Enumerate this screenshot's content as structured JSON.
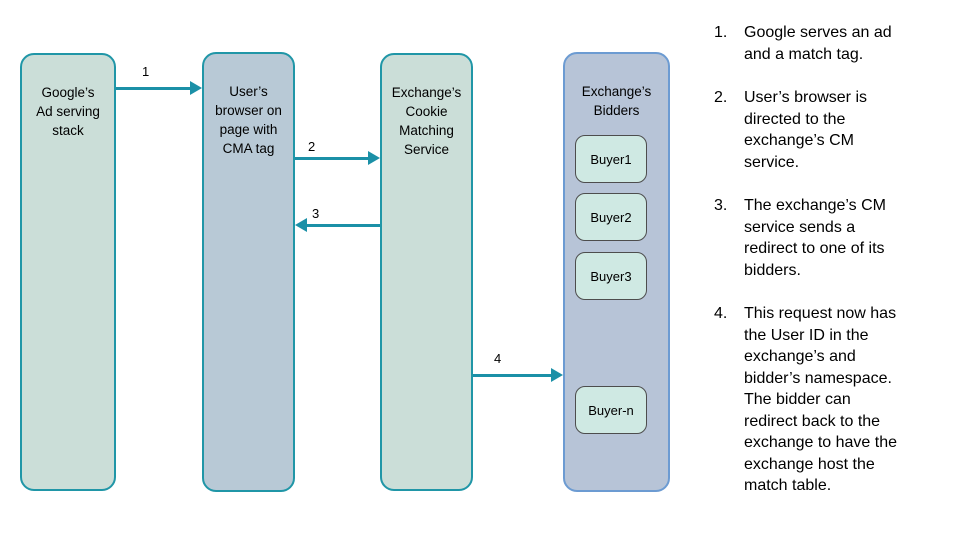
{
  "diagram": {
    "nodes": [
      {
        "id": "google-stack",
        "label": "Google’s\nAd serving\nstack"
      },
      {
        "id": "user-browser",
        "label": "User’s\nbrowser on\npage with\nCMA tag"
      },
      {
        "id": "cm-service",
        "label": "Exchange’s\nCookie\nMatching\nService"
      },
      {
        "id": "bidders",
        "label": "Exchange’s\nBidders"
      }
    ],
    "buyers": [
      {
        "label": "Buyer1"
      },
      {
        "label": "Buyer2"
      },
      {
        "label": "Buyer3"
      },
      {
        "label": "Buyer-n"
      }
    ],
    "arrows": [
      {
        "label": "1"
      },
      {
        "label": "2"
      },
      {
        "label": "3"
      },
      {
        "label": "4"
      }
    ]
  },
  "steps": [
    {
      "num": "1.",
      "text": "Google serves an ad\nand a match tag."
    },
    {
      "num": "2.",
      "text": "User’s browser is\ndirected to the\nexchange’s CM\nservice."
    },
    {
      "num": "3.",
      "text": "The exchange’s CM\nservice sends a\nredirect to one of its\nbidders."
    },
    {
      "num": "4.",
      "text": "This request now has\nthe User ID in the\nexchange’s and\nbidder’s namespace.\nThe bidder can\nredirect back to the\nexchange to have the\nexchange host the\nmatch table."
    }
  ],
  "colors": {
    "node_green_fill": "#cbded8",
    "node_blue_fill": "#b8c9d6",
    "bidders_fill": "#b7c4d7",
    "teal_border": "#2096a7",
    "bidders_border": "#6c9bd2",
    "buyer_fill": "#cfe9e3",
    "buyer_border": "#4d4d4d",
    "arrow": "#1b90a7",
    "text": "#000000"
  }
}
